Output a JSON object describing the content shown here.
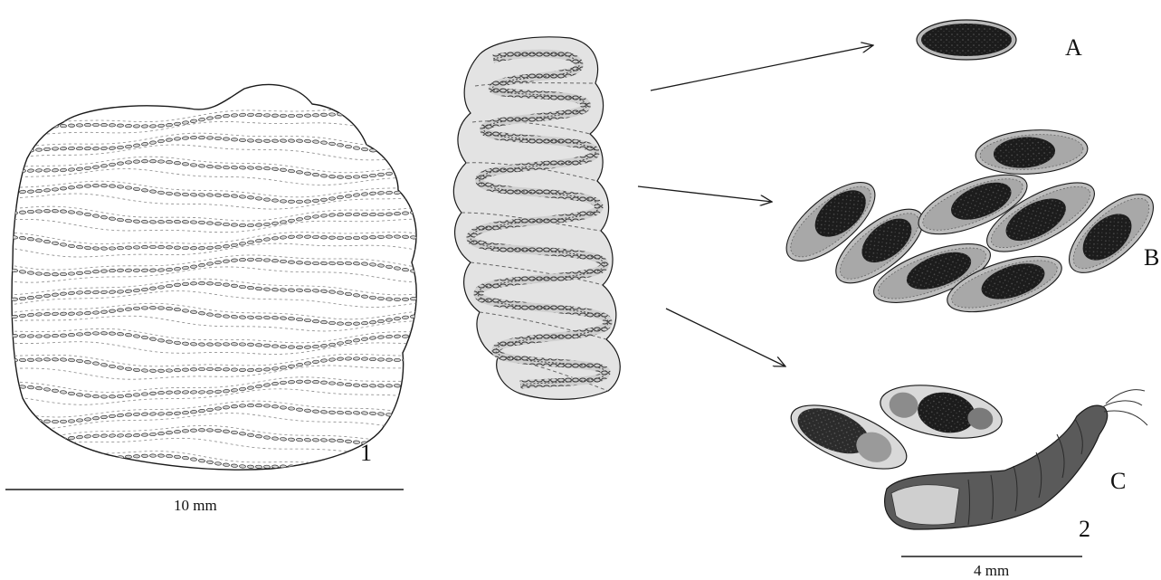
{
  "labels": {
    "panel_1": "1",
    "panel_2": "2",
    "stage_a": "A",
    "stage_b": "B",
    "stage_c": "C"
  },
  "scale_bars": {
    "left": "10  mm",
    "right": "4 mm"
  },
  "colors": {
    "ink": "#1a1a1a",
    "mass_fill": "#ffffff",
    "gray_fill": "#e3e3e3",
    "egg_dark": "#1c1c1c",
    "egg_shell": "#b9b9b9"
  }
}
